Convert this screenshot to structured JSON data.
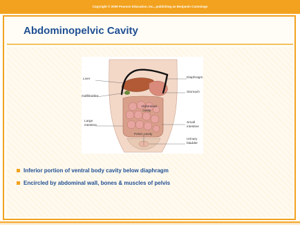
{
  "header": {
    "copyright": "Copyright © 2009 Pearson Education, Inc., publishing as Benjamin Cummings"
  },
  "slide": {
    "title": "Abdominopelvic Cavity"
  },
  "figure": {
    "labels": {
      "liver": "Liver",
      "diaphragm": "Diaphragm",
      "gallbladder": "Gallbladder",
      "stomach": "Stomach",
      "abdominal_cavity_1": "Abdominal",
      "abdominal_cavity_2": "cavity",
      "large_intestine_1": "Large",
      "large_intestine_2": "intestine",
      "small_intestine_1": "Small",
      "small_intestine_2": "intestine",
      "pelvic_cavity": "Pelvic cavity",
      "urinary_bladder_1": "Urinary",
      "urinary_bladder_2": "bladder"
    }
  },
  "bullets": [
    "Inferior portion of ventral body cavity below diaphragm",
    "Encircled by abdominal wall, bones & muscles of pelvis"
  ],
  "colors": {
    "accent": "#f2a21e",
    "title": "#1f4f93"
  }
}
